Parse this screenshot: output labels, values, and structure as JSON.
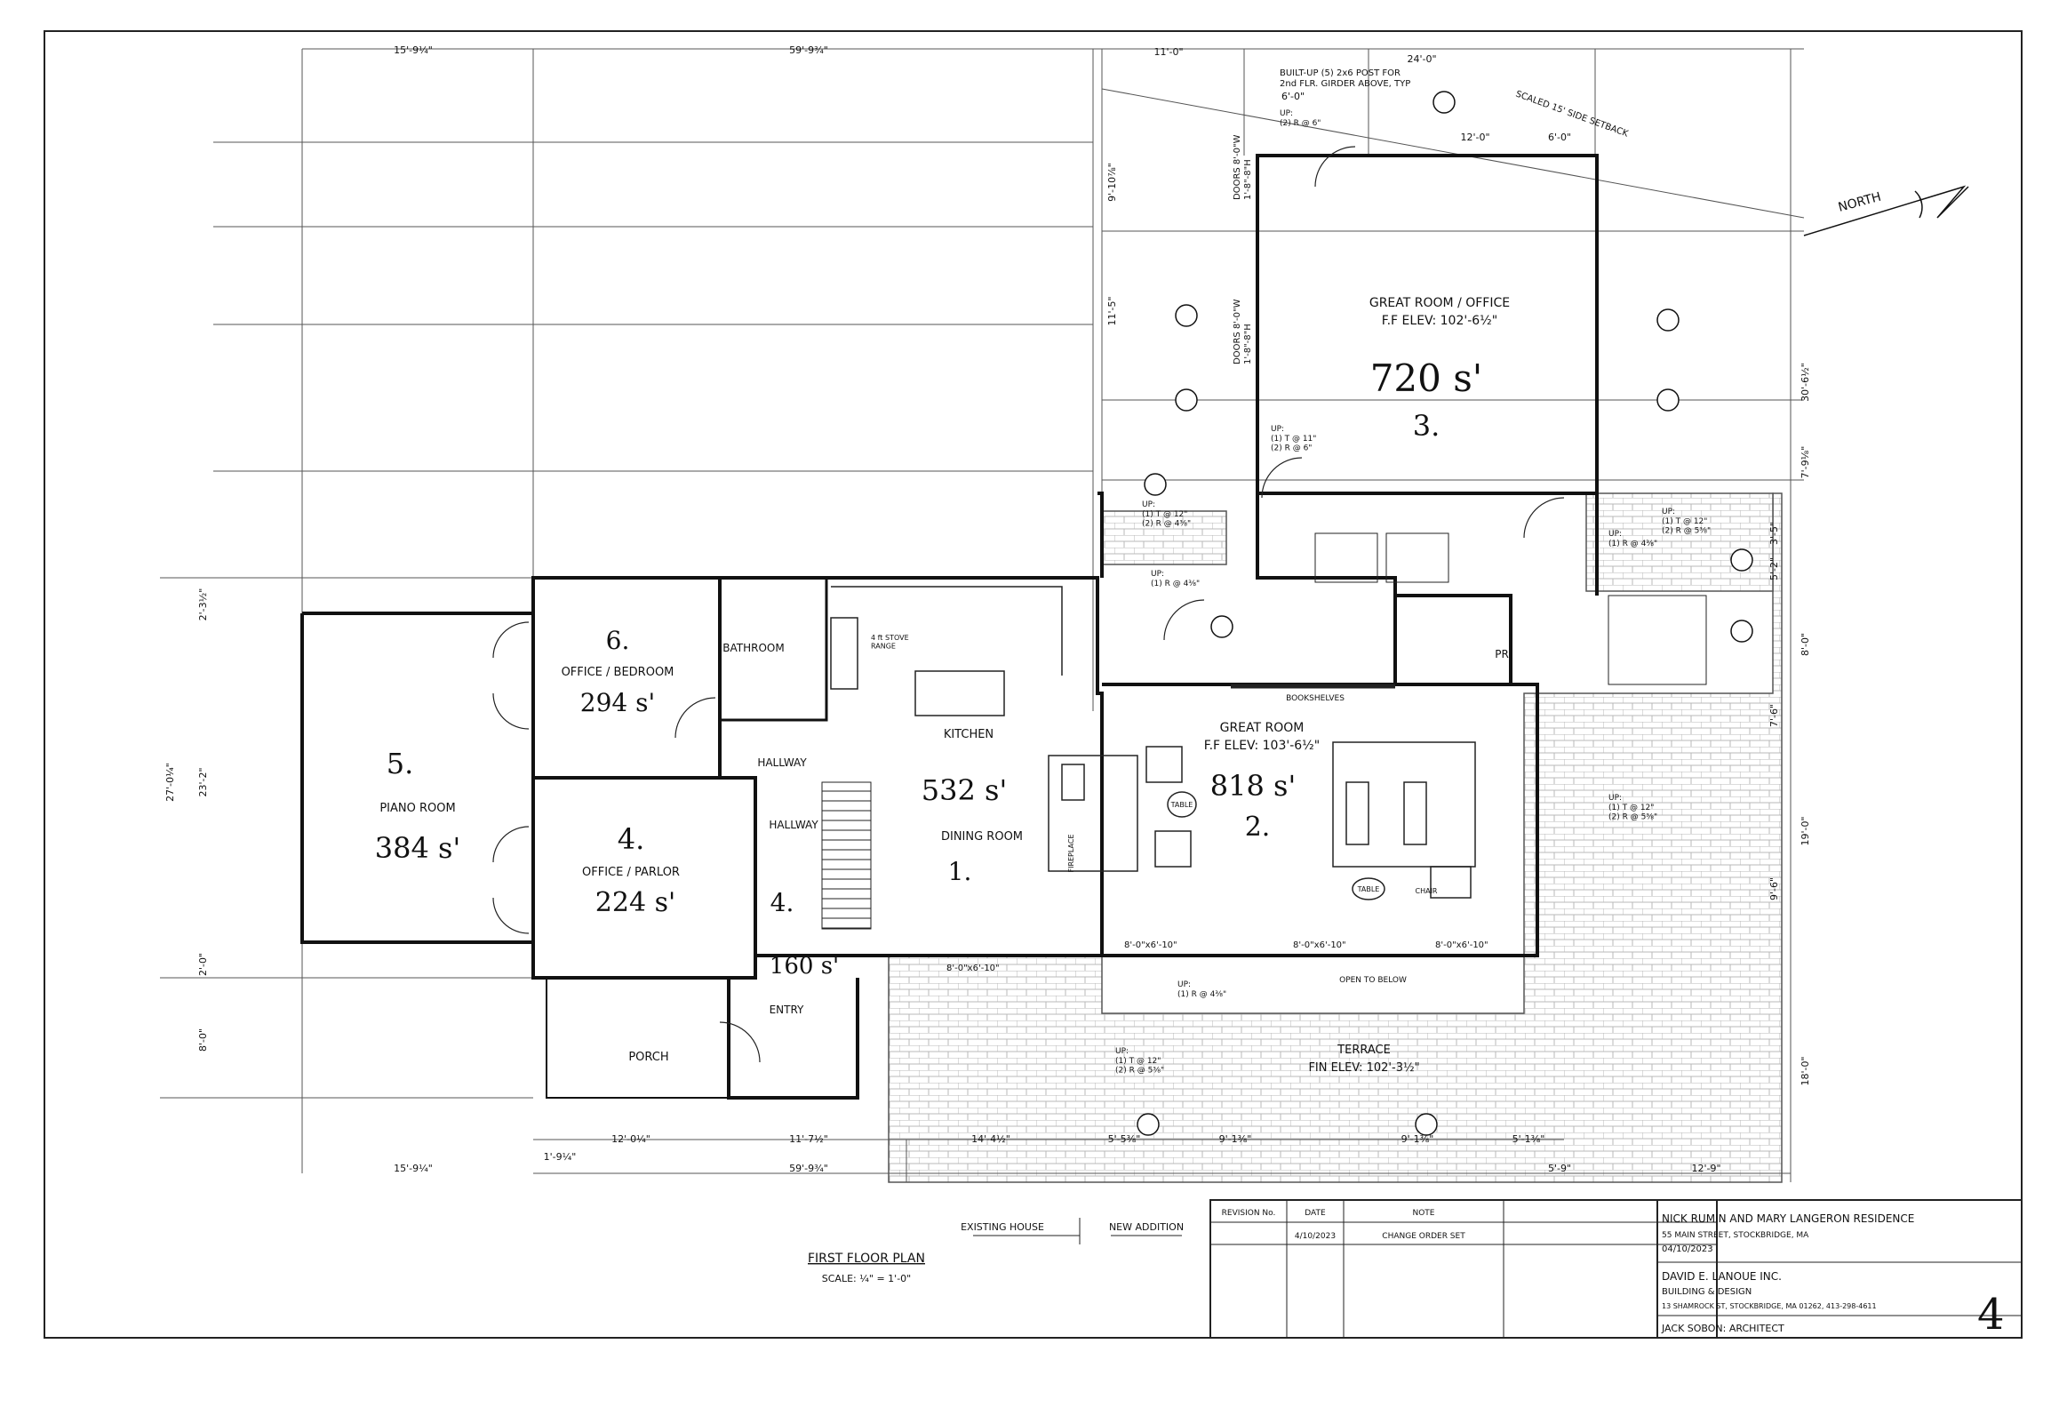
{
  "rooms": {
    "great_room_office": {
      "name": "GREAT ROOM / OFFICE",
      "elev": "F.F ELEV: 102'-6½\"",
      "area": "720 s'",
      "number": "3."
    },
    "great_room": {
      "name": "GREAT ROOM",
      "elev": "F.F ELEV: 103'-6½\"",
      "area": "818 s'",
      "number": "2."
    },
    "kitchen": {
      "name": "KITCHEN",
      "area": "532 s'"
    },
    "dining_room": {
      "name": "DINING ROOM",
      "number": "1."
    },
    "office_bedroom": {
      "name": "OFFICE / BEDROOM",
      "number": "6.",
      "area": "294 s'"
    },
    "piano_room": {
      "name": "PIANO ROOM",
      "number": "5.",
      "area": "384 s'"
    },
    "office_parlor": {
      "name": "OFFICE / PARLOR",
      "number": "4.",
      "area": "224 s'"
    },
    "hallway_upper": "HALLWAY",
    "hallway_lower": "HALLWAY",
    "hall_number": "4.",
    "hall_area": "160 s'",
    "bathroom": "BATHROOM",
    "entry": "ENTRY",
    "porch": "PORCH",
    "terrace": {
      "name": "TERRACE",
      "elev": "FIN ELEV: 102'-3½\""
    },
    "pr": "PR",
    "bookshelves": "BOOKSHELVES",
    "open_to_below": "OPEN TO BELOW",
    "stove": "4 ft STOVE\nRANGE",
    "fireplace": "FIREPLACE",
    "table": "TABLE",
    "chair": "CHAIR"
  },
  "notes": {
    "built_up": "BUILT-UP (5) 2x6 POST FOR\n2nd FLR. GIRDER ABOVE, TYP",
    "setback": "SCALED 15' SIDE SETBACK",
    "north": "NORTH",
    "doors1": "DOORS 8'-0\"W\n1'-8\"-8\"H",
    "doors2": "DOORS 8'-0\"W\n1'-8\"-8\"H"
  },
  "dimensions": {
    "top": [
      "15'-9¼\"",
      "59'-9¾\"",
      "11'-0\"",
      "24'-0\"",
      "12'-0\"",
      "6'-0\"",
      "6'-0\""
    ],
    "bottom": [
      "12'-0¼\"",
      "11'-7½\"",
      "14'-4½\"",
      "5'-5⅜\"",
      "9'-1⅜\"",
      "9'-1⅜\"",
      "5'-1⅜\"",
      "12'-9\"",
      "5'-9\""
    ],
    "overall_bottom": [
      "15'-9¼\"",
      "59'-9¾\"",
      "1'-9¼\""
    ],
    "left": [
      "2'-3½\"",
      "27'-0¼\"",
      "23'-2\"",
      "2'-0\"",
      "8'-0\""
    ],
    "right": [
      "9'-10⅞\"",
      "11'-5\"",
      "30'-6½\"",
      "7'-9⅛\"",
      "5'-2\"",
      "3'-5\"",
      "8'-0\"",
      "7'-6\"",
      "19'-0\"",
      "9'-6\"",
      "18'-0\""
    ],
    "window_tags": [
      "8'-0\"x6'-10\"",
      "8'-0\"x6'-10\"",
      "8'-0\"x6'-10\"",
      "8'-0\"x6'-10\""
    ]
  },
  "stair_notes": {
    "s1": "UP:\n(2) R @ 6\"",
    "s2": "UP:\n(1) T @ 11\"\n(2) R @ 6\"",
    "s3": "UP:\n(1) T @ 12\"\n(2) R @ 4⅜\"",
    "s4": "UP:\n(1) R @ 4⅜\"",
    "s5": "UP:\n(1) T @ 12\"\n(2) R @ 5⅜\"",
    "s6": "UP:\n(1) R @ 4⅜\"",
    "s7": "UP:\n(1) T @ 12\"\n(2) R @ 5⅜\"",
    "s8": "UP:\n(1) R @ 4⅜\"",
    "s9": "UP:\n(1) T @ 12\"\n(2) R @ 5⅜\""
  },
  "legend": {
    "existing": "EXISTING HOUSE",
    "new": "NEW ADDITION"
  },
  "plan_title": "FIRST FLOOR PLAN",
  "plan_scale": "SCALE: ¼\" = 1'-0\"",
  "revision_table": {
    "headers": [
      "REVISION No.",
      "DATE",
      "NOTE"
    ],
    "rows": [
      [
        "",
        "4/10/2023",
        "CHANGE ORDER SET"
      ]
    ]
  },
  "title_block": {
    "project": "NICK RUMIN AND MARY LANGERON RESIDENCE",
    "address": "55 MAIN STREET, STOCKBRIDGE, MA",
    "date": "04/10/2023",
    "company": "DAVID E. LANOUE INC.",
    "company_sub": "BUILDING & DESIGN",
    "company_addr": "13 SHAMROCK ST, STOCKBRIDGE, MA 01262, 413-298-4611",
    "architect": "JACK SOBON: ARCHITECT",
    "sheet": "4"
  }
}
